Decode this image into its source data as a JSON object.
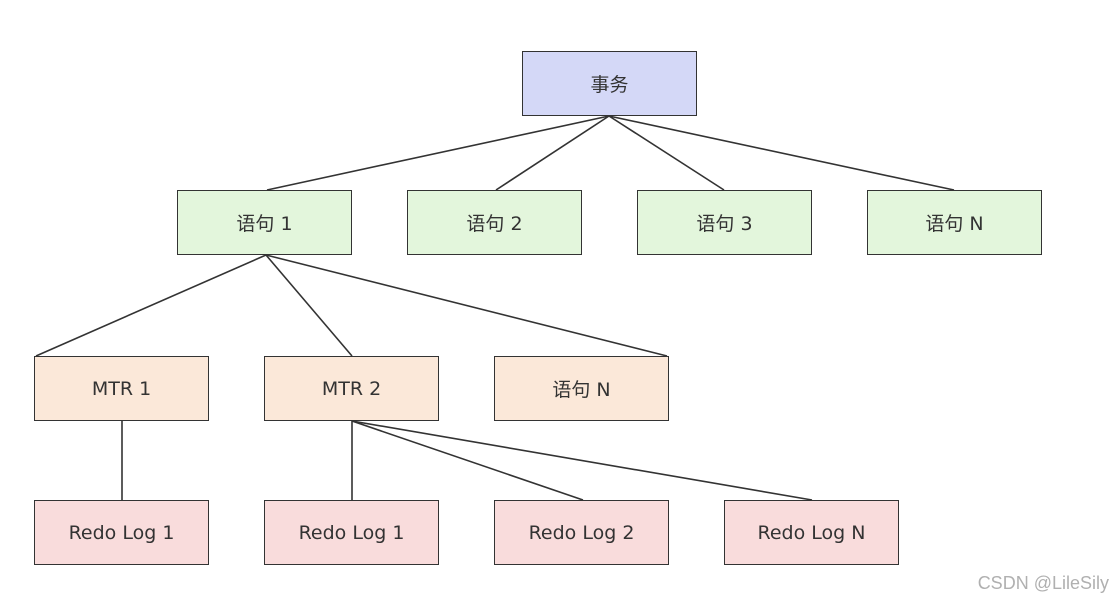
{
  "diagram": {
    "root": {
      "label": "事务"
    },
    "statements": [
      {
        "label": "语句 1"
      },
      {
        "label": "语句 2"
      },
      {
        "label": "语句 3"
      },
      {
        "label": "语句 N"
      }
    ],
    "mtrs": [
      {
        "label": "MTR 1"
      },
      {
        "label": "MTR 2"
      },
      {
        "label": "语句 N"
      }
    ],
    "redo_logs": [
      {
        "label": "Redo Log 1"
      },
      {
        "label": "Redo Log 1"
      },
      {
        "label": "Redo Log 2"
      },
      {
        "label": "Redo Log N"
      }
    ],
    "colors": {
      "root_fill": "#d4d8f7",
      "statement_fill": "#e3f6dc",
      "mtr_fill": "#fbe8d9",
      "redo_fill": "#f9dcdc",
      "stroke": "#333333"
    }
  },
  "watermark": "CSDN @LileSily"
}
